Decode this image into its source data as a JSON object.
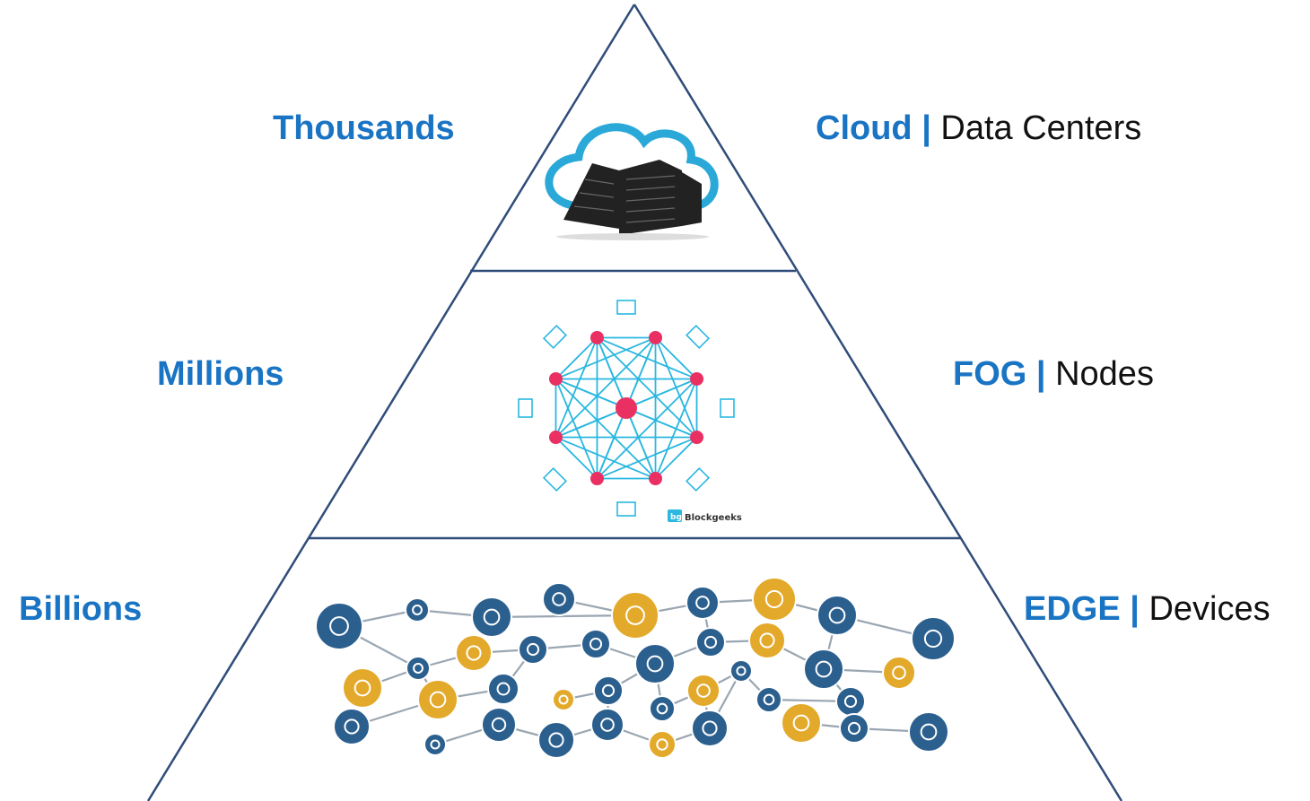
{
  "tiers": [
    {
      "count": "Thousands",
      "name": "Cloud",
      "separator": "|",
      "desc": "Data Centers"
    },
    {
      "count": "Millions",
      "name": "FOG",
      "separator": "|",
      "desc": "Nodes"
    },
    {
      "count": "Billions",
      "name": "EDGE",
      "separator": "|",
      "desc": "Devices"
    }
  ],
  "watermark": "Blockgeeks",
  "colors": {
    "accent": "#1a74c4",
    "line": "#2f4c7a",
    "fog_links": "#2ab7e0",
    "fog_nodes": "#ea2f63",
    "edge_blue": "#2b5f8e",
    "edge_gold": "#e3a92a"
  }
}
